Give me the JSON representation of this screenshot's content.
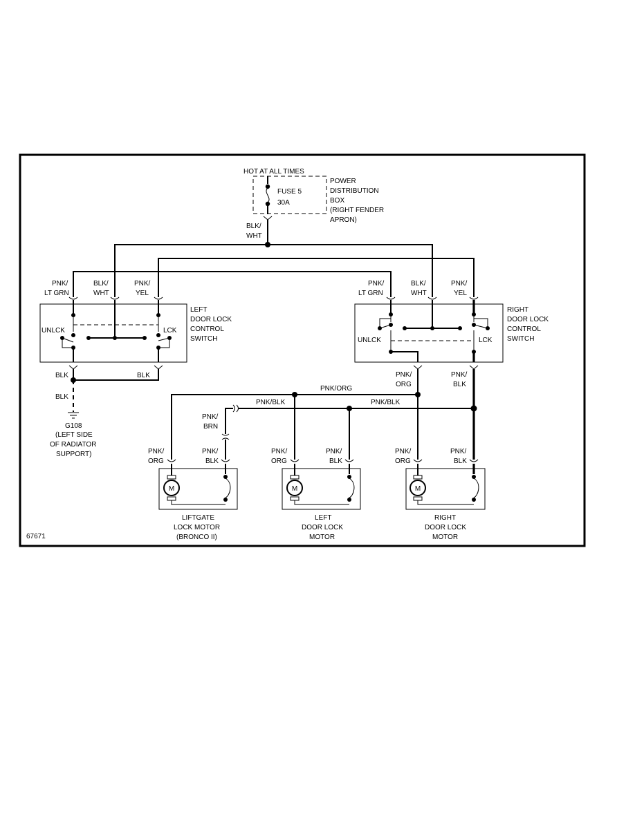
{
  "figure_id": "67671",
  "power_box": {
    "hot_label": "HOT AT ALL TIMES",
    "fuse_line1": "FUSE 5",
    "fuse_line2": "30A",
    "desc": [
      "POWER",
      "DISTRIBUTION",
      "BOX",
      "(RIGHT FENDER",
      "APRON)"
    ],
    "output_wire": [
      "BLK/",
      "WHT"
    ]
  },
  "left_switch": {
    "label": [
      "LEFT",
      "DOOR LOCK",
      "CONTROL",
      "SWITCH"
    ],
    "unlock": "UNLCK",
    "lock": "LCK",
    "wires_top": [
      [
        "PNK/",
        "LT GRN"
      ],
      [
        "BLK/",
        "WHT"
      ],
      [
        "PNK/",
        "YEL"
      ]
    ],
    "wires_bottom": [
      "BLK",
      "BLK"
    ]
  },
  "right_switch": {
    "label": [
      "RIGHT",
      "DOOR LOCK",
      "CONTROL",
      "SWITCH"
    ],
    "unlock": "UNLCK",
    "lock": "LCK",
    "wires_top": [
      [
        "PNK/",
        "LT GRN"
      ],
      [
        "BLK/",
        "WHT"
      ],
      [
        "PNK/",
        "YEL"
      ]
    ],
    "wires_bottom": [
      [
        "PNK/",
        "ORG"
      ],
      [
        "PNK/",
        "BLK"
      ]
    ]
  },
  "ground": {
    "wire": "BLK",
    "id": "G108",
    "desc": [
      "(LEFT SIDE",
      "OF RADIATOR",
      "SUPPORT)"
    ]
  },
  "bus_labels": {
    "pnk_org": "PNK/ORG",
    "pnk_blk_left": "PNK/BLK",
    "pnk_blk_right": "PNK/BLK",
    "pnk_brn": [
      "PNK/",
      "BRN"
    ]
  },
  "motors": [
    {
      "name": [
        "LIFTGATE",
        "LOCK MOTOR",
        "(BRONCO II)"
      ],
      "wires": [
        [
          "PNK/",
          "ORG"
        ],
        [
          "PNK/",
          "BLK"
        ]
      ],
      "symbol": "M"
    },
    {
      "name": [
        "LEFT",
        "DOOR LOCK",
        "MOTOR"
      ],
      "wires": [
        [
          "PNK/",
          "ORG"
        ],
        [
          "PNK/",
          "BLK"
        ]
      ],
      "symbol": "M"
    },
    {
      "name": [
        "RIGHT",
        "DOOR LOCK",
        "MOTOR"
      ],
      "wires": [
        [
          "PNK/",
          "ORG"
        ],
        [
          "PNK/",
          "BLK"
        ]
      ],
      "symbol": "M"
    }
  ]
}
